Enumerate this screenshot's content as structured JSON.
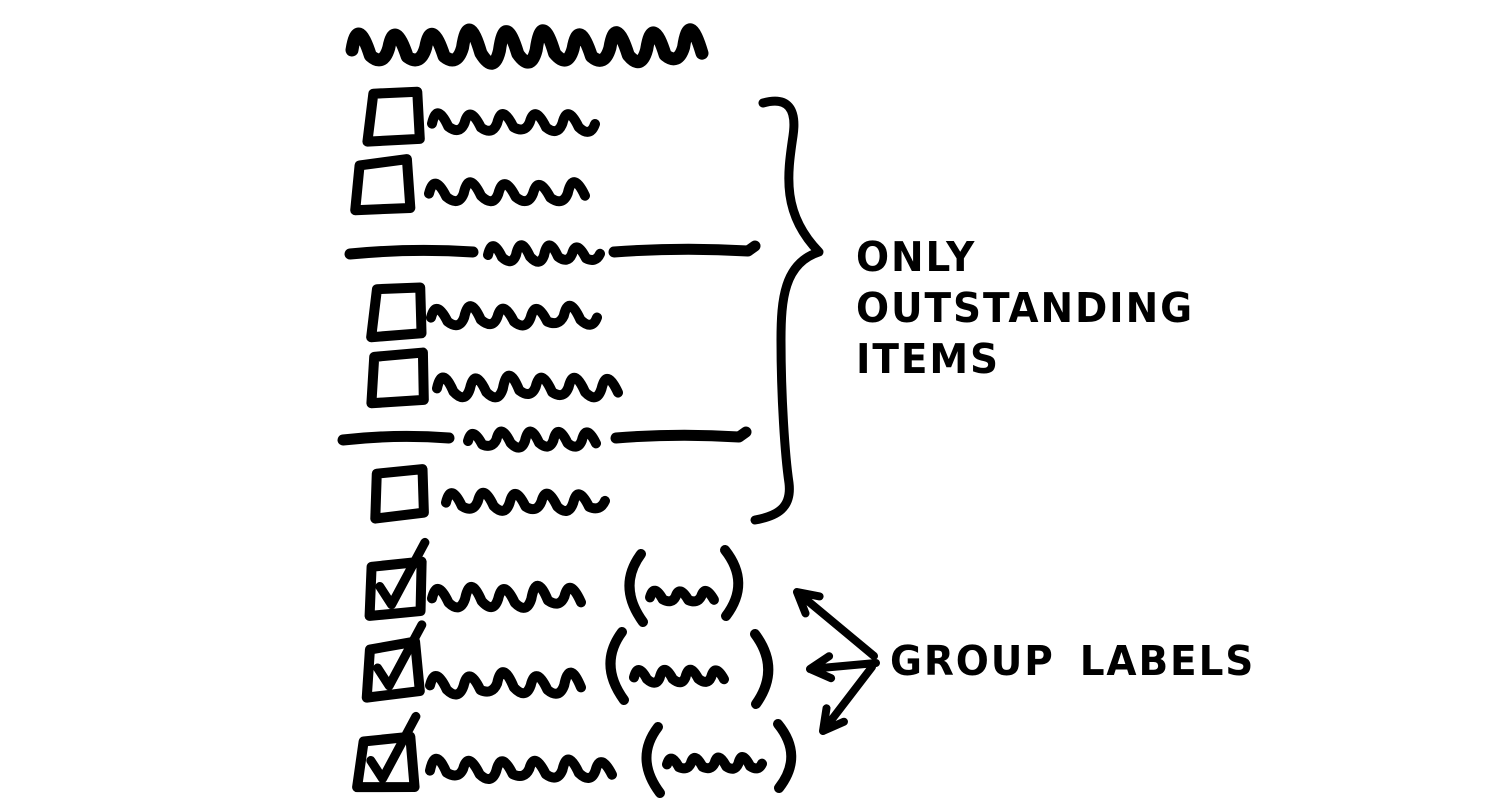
{
  "canvas": {
    "background": "#ffffff",
    "ink": "#000000"
  },
  "sketch": {
    "kind": "hand-drawn-todo-list-wireframe",
    "title": {
      "kind": "scribble-heading"
    },
    "rows": [
      {
        "kind": "todo-item",
        "checked": false,
        "group_label_suffix": false
      },
      {
        "kind": "todo-item",
        "checked": false,
        "group_label_suffix": false
      },
      {
        "kind": "group-divider",
        "has_center_scribble": true
      },
      {
        "kind": "todo-item",
        "checked": false,
        "group_label_suffix": false
      },
      {
        "kind": "todo-item",
        "checked": false,
        "group_label_suffix": false
      },
      {
        "kind": "group-divider",
        "has_center_scribble": true
      },
      {
        "kind": "todo-item",
        "checked": false,
        "group_label_suffix": false
      },
      {
        "kind": "todo-item",
        "checked": true,
        "group_label_suffix": true
      },
      {
        "kind": "todo-item",
        "checked": true,
        "group_label_suffix": true
      },
      {
        "kind": "todo-item",
        "checked": true,
        "group_label_suffix": true
      }
    ]
  },
  "annotations": {
    "outstanding": {
      "lines": [
        "ONLY",
        "OUTSTANDING",
        "ITEMS"
      ],
      "target": "brace-around-unchecked-items"
    },
    "group_labels": {
      "text": "GROUP LABELS",
      "target": "parenthesized-suffixes-of-checked-items"
    }
  }
}
